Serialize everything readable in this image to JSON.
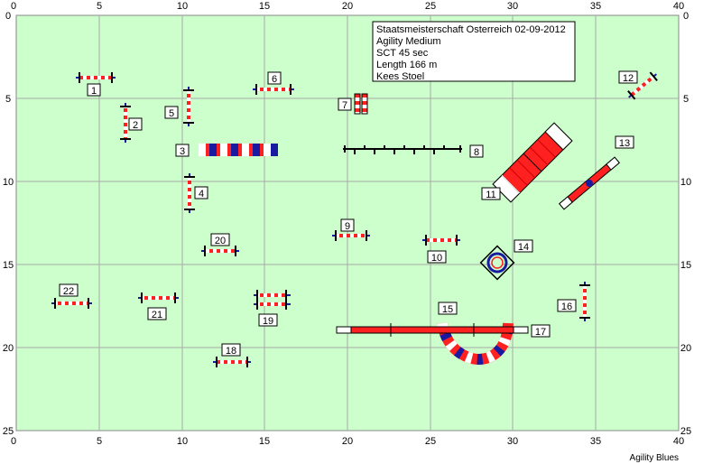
{
  "course": {
    "title": "Staatsmeisterschaft Osterreich 02-09-2012",
    "class": "Agility Medium",
    "sct": "SCT 45 sec",
    "length": "Length 166 m",
    "judge": "Kees Stoel"
  },
  "credit": "Agility Blues",
  "axes": {
    "x_ticks": [
      "0",
      "5",
      "10",
      "15",
      "20",
      "25",
      "30",
      "35",
      "40"
    ],
    "y_ticks": [
      "0",
      "5",
      "10",
      "15",
      "20",
      "25"
    ],
    "x_range": [
      0,
      40
    ],
    "y_range": [
      0,
      25
    ],
    "grid": true
  },
  "colors": {
    "field": "#ccffcc",
    "grid": "#a8a8a8",
    "pole_red": "#ff2020",
    "pole_blue": "#1a1aa0",
    "wing": "#000000",
    "label_bg": "#ffffff"
  },
  "obstacles": [
    {
      "number": "1",
      "type": "jump"
    },
    {
      "number": "2",
      "type": "jump"
    },
    {
      "number": "3",
      "type": "tunnel"
    },
    {
      "number": "4",
      "type": "jump"
    },
    {
      "number": "5",
      "type": "jump"
    },
    {
      "number": "6",
      "type": "jump"
    },
    {
      "number": "7",
      "type": "wall"
    },
    {
      "number": "8",
      "type": "weave-poles"
    },
    {
      "number": "9",
      "type": "jump"
    },
    {
      "number": "10",
      "type": "jump"
    },
    {
      "number": "11",
      "type": "a-frame"
    },
    {
      "number": "12",
      "type": "jump"
    },
    {
      "number": "13",
      "type": "seesaw"
    },
    {
      "number": "14",
      "type": "tire"
    },
    {
      "number": "15",
      "type": "tunnel"
    },
    {
      "number": "16",
      "type": "jump"
    },
    {
      "number": "17",
      "type": "dog-walk"
    },
    {
      "number": "18",
      "type": "jump"
    },
    {
      "number": "19",
      "type": "double-jump"
    },
    {
      "number": "20",
      "type": "jump"
    },
    {
      "number": "21",
      "type": "jump"
    },
    {
      "number": "22",
      "type": "jump"
    }
  ]
}
